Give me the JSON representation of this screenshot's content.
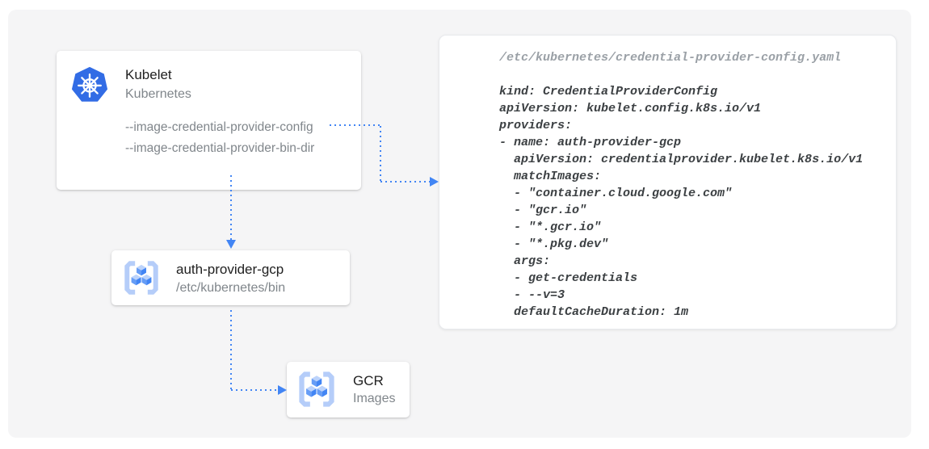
{
  "colors": {
    "canvas_bg": "#f5f5f6",
    "arrow_blue": "#4285f4",
    "kubernetes_blue": "#326ce5",
    "title_text": "#212121",
    "subtitle_text": "#80868b",
    "code_text": "#3c4043",
    "code_header_text": "#9aa0a6"
  },
  "nodes": {
    "kubelet": {
      "title": "Kubelet",
      "subtitle": "Kubernetes",
      "flags": [
        "--image-credential-provider-config",
        "--image-credential-provider-bin-dir"
      ]
    },
    "auth_provider": {
      "title": "auth-provider-gcp",
      "subtitle": "/etc/kubernetes/bin"
    },
    "gcr": {
      "title": "GCR",
      "subtitle": "Images"
    }
  },
  "code_panel": {
    "file_path": "/etc/kubernetes/credential-provider-config.yaml",
    "yaml": "kind: CredentialProviderConfig\napiVersion: kubelet.config.k8s.io/v1\nproviders:\n- name: auth-provider-gcp\n  apiVersion: credentialprovider.kubelet.k8s.io/v1\n  matchImages:\n  - \"container.cloud.google.com\"\n  - \"gcr.io\"\n  - \"*.gcr.io\"\n  - \"*.pkg.dev\"\n  args:\n  - get-credentials\n  - --v=3\n  defaultCacheDuration: 1m"
  },
  "icons": {
    "kubelet": "kubernetes-helm-icon",
    "auth_provider": "gcr-registry-icon",
    "gcr": "gcr-registry-icon"
  },
  "connections": [
    {
      "from": "kubelet --image-credential-provider-config",
      "to": "credential-provider-config.yaml"
    },
    {
      "from": "kubelet",
      "to": "auth-provider-gcp"
    },
    {
      "from": "auth-provider-gcp",
      "to": "GCR"
    }
  ]
}
